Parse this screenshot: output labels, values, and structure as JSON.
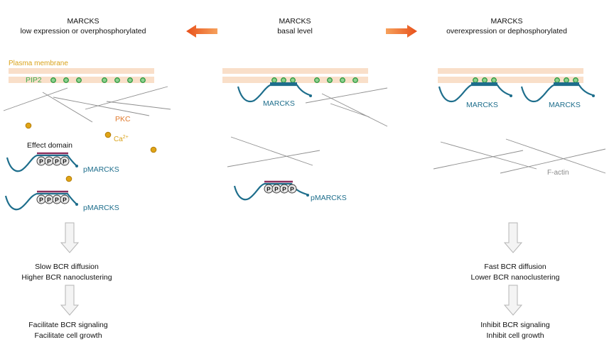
{
  "columns": {
    "left": {
      "title": "MARCKS",
      "subtitle": "low expression or overphosphorylated"
    },
    "center": {
      "title": "MARCKS",
      "subtitle": "basal level"
    },
    "right": {
      "title": "MARCKS",
      "subtitle": "overexpression or dephosphorylated"
    }
  },
  "labels": {
    "plasma_membrane": "Plasma membrane",
    "pip2": "PIP2",
    "pkc": "PKC",
    "ca": "Ca",
    "ca_sup": "2+",
    "effect_domain": "Effect domain",
    "pmarcks": "pMARCKS",
    "marcks": "MARCKS",
    "f_actin": "F-actin",
    "p": "P"
  },
  "outcomes": {
    "left_1": "Slow BCR diffusion",
    "left_2": "Higher BCR nanoclustering",
    "left_3": "Facilitate BCR signaling",
    "left_4": "Facilitate cell growth",
    "right_1": "Fast BCR diffusion",
    "right_2": "Lower BCR nanoclustering",
    "right_3": "Inhibit BCR signaling",
    "right_4": "Inhibit cell growth"
  },
  "colors": {
    "arrow": "#e8561e",
    "membrane": "#f9dfc9",
    "pip2": "#3fae4f",
    "marcks": "#1e6e8c",
    "calcium": "#e0a416",
    "actin": "#8e8e8e",
    "effect_domain": "#8a2f5e"
  }
}
